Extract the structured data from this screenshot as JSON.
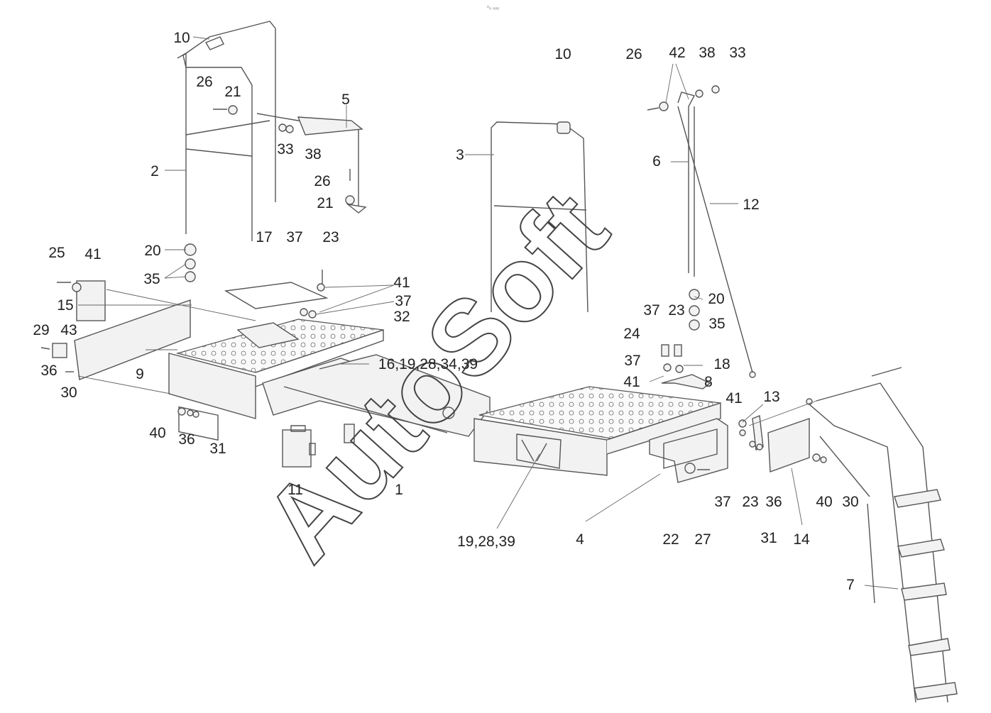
{
  "watermark": {
    "text": "AutoSoft",
    "mark": "ᵒₒ ₒₒₒ"
  },
  "callouts": [
    "10",
    "26",
    "21",
    "5",
    "2",
    "33",
    "38",
    "26",
    "21",
    "20",
    "17",
    "37",
    "23",
    "25",
    "41",
    "35",
    "41",
    "15",
    "37",
    "32",
    "29",
    "43",
    "36",
    "9",
    "30",
    "16,19,28,34,39",
    "40",
    "36",
    "31",
    "11",
    "1",
    "10",
    "3",
    "26",
    "42",
    "38",
    "33",
    "6",
    "12",
    "20",
    "37",
    "23",
    "35",
    "24",
    "18",
    "37",
    "41",
    "8",
    "13",
    "41",
    "19,28,39",
    "4",
    "22",
    "27",
    "37",
    "23",
    "36",
    "40",
    "30",
    "31",
    "14",
    "7"
  ]
}
